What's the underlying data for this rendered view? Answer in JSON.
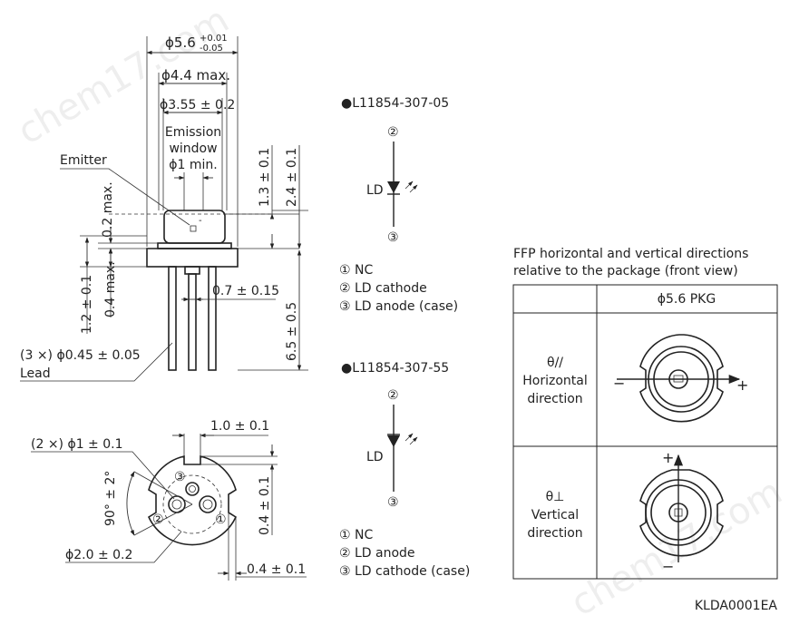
{
  "colors": {
    "line": "#222222",
    "watermark": "#eeeeee",
    "background": "#ffffff"
  },
  "watermark": {
    "text": "chem17.com"
  },
  "package": {
    "dia_outer_main": "ϕ5.6",
    "dia_outer_tol_plus": "+0.01",
    "dia_outer_tol_minus": "-0.05",
    "dia_cap": "ϕ4.4 max.",
    "dia_window": "ϕ3.55 ± 0.2",
    "emission_line1": "Emission",
    "emission_line2": "window",
    "emission_line3": "ϕ1 min.",
    "emitter_label": "Emitter",
    "dim_02max": "0.2 max.",
    "dim_13": "1.3 ± 0.1",
    "dim_24": "2.4 ± 0.1",
    "dim_12": "1.2 ± 0.1",
    "dim_04max": "0.4 max.",
    "dim_07": "0.7 ± 0.15",
    "dim_65": "6.5 ± 0.5",
    "lead_dia": "(3 ×) ϕ0.45 ± 0.05",
    "lead_label": "Lead"
  },
  "bottom_view": {
    "dim_10": "1.0 ± 0.1",
    "dim_2x": "(2 ×) ϕ1 ± 0.1",
    "angle": "90° ± 2°",
    "dim_04": "0.4 ± 0.1",
    "dim_20": "ϕ2.0 ± 0.2",
    "dim_04b": "0.4 ± 0.1",
    "pin1": "①",
    "pin2": "②",
    "pin3": "③"
  },
  "circuit1": {
    "title": "●L11854-307-05",
    "pin_top": "②",
    "pin_bottom": "③",
    "ld_label": "LD",
    "legend1": "① NC",
    "legend2": "② LD cathode",
    "legend3": "③ LD anode (case)"
  },
  "circuit2": {
    "title": "●L11854-307-55",
    "pin_top": "②",
    "pin_bottom": "③",
    "ld_label": "LD",
    "legend1": "① NC",
    "legend2": "② LD anode",
    "legend3": "③ LD cathode (case)"
  },
  "ffp": {
    "caption_line1": "FFP horizontal and vertical directions",
    "caption_line2": "relative to the package (front view)",
    "header": "ϕ5.6 PKG",
    "row1_symbol": "θ//",
    "row1_line1": "Horizontal",
    "row1_line2": "direction",
    "row1_minus": "−",
    "row1_plus": "+",
    "row2_symbol": "θ⊥",
    "row2_line1": "Vertical",
    "row2_line2": "direction",
    "row2_plus": "+",
    "row2_minus": "−"
  },
  "drawing_code": "KLDA0001EA"
}
